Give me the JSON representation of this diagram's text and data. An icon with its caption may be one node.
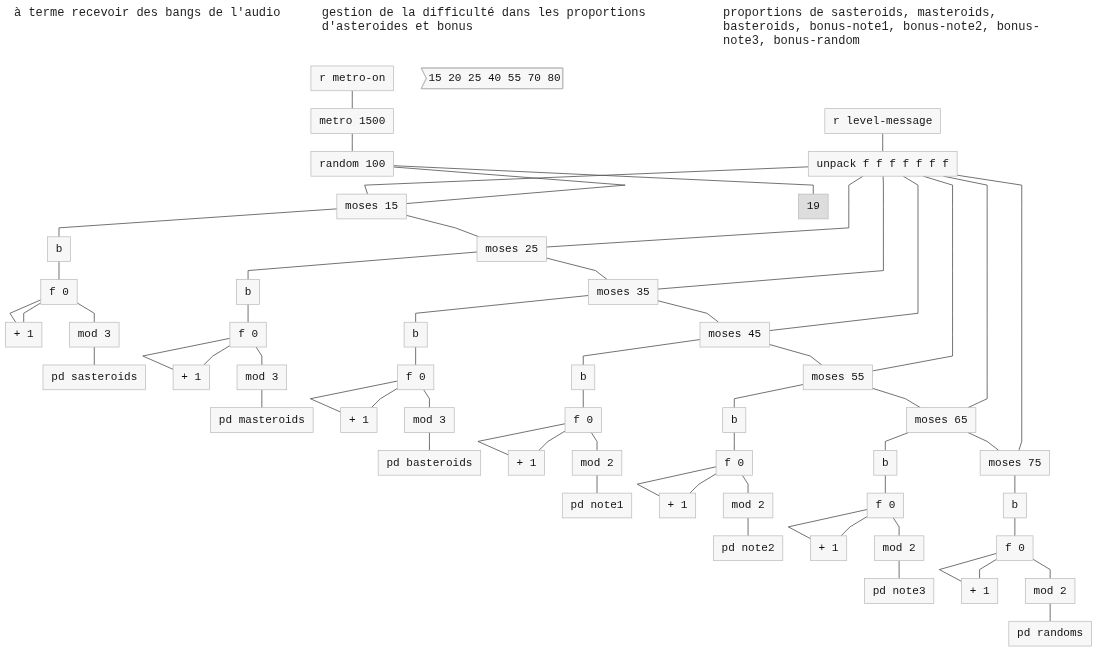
{
  "diagram": {
    "nodes": [
      {
        "text": [
          "r metro-on"
        ]
      },
      {
        "text": [
          "metro 1500"
        ]
      },
      {
        "text": [
          "random 100"
        ]
      },
      {
        "text": [
          "19"
        ]
      },
      {
        "text": [
          "r level-message"
        ]
      },
      {
        "text": [
          "15 20 25 40 55 70 80"
        ]
      },
      {
        "text": [
          "unpack f f f f f f f"
        ]
      },
      {
        "text": [
          "moses 15"
        ]
      },
      {
        "text": [
          "b"
        ]
      },
      {
        "text": [
          "f 0"
        ]
      },
      {
        "text": [
          "+ 1"
        ]
      },
      {
        "text": [
          "mod 3"
        ]
      },
      {
        "text": [
          "pd sasteroids"
        ]
      },
      {
        "text": [
          "moses 25"
        ]
      },
      {
        "text": [
          "b"
        ]
      },
      {
        "text": [
          "f 0"
        ]
      },
      {
        "text": [
          "+ 1"
        ]
      },
      {
        "text": [
          "mod 3"
        ]
      },
      {
        "text": [
          "pd masteroids"
        ]
      },
      {
        "text": [
          "moses 35"
        ]
      },
      {
        "text": [
          "b"
        ]
      },
      {
        "text": [
          "f 0"
        ]
      },
      {
        "text": [
          "+ 1"
        ]
      },
      {
        "text": [
          "mod 3"
        ]
      },
      {
        "text": [
          "pd basteroids"
        ]
      },
      {
        "text": [
          "moses 45"
        ]
      },
      {
        "text": [
          "b"
        ]
      },
      {
        "text": [
          "f 0"
        ]
      },
      {
        "text": [
          "+ 1"
        ]
      },
      {
        "text": [
          "mod 2"
        ]
      },
      {
        "text": [
          "pd note1"
        ]
      },
      {
        "text": [
          "moses 55"
        ]
      },
      {
        "text": [
          "b"
        ]
      },
      {
        "text": [
          "f 0"
        ]
      },
      {
        "text": [
          "+ 1"
        ]
      },
      {
        "text": [
          "mod 2"
        ]
      },
      {
        "text": [
          "pd note2"
        ]
      },
      {
        "text": [
          "moses 65"
        ]
      },
      {
        "text": [
          "b"
        ]
      },
      {
        "text": [
          "f 0"
        ]
      },
      {
        "text": [
          "+ 1"
        ]
      },
      {
        "text": [
          "mod 2"
        ]
      },
      {
        "text": [
          "pd note3"
        ]
      },
      {
        "text": [
          "moses 75"
        ]
      },
      {
        "text": [
          "b"
        ]
      },
      {
        "text": [
          "f 0"
        ]
      },
      {
        "text": [
          "+ 1"
        ]
      },
      {
        "text": [
          "mod 2"
        ]
      },
      {
        "text": [
          "pd randoms"
        ]
      }
    ],
    "edges": [
      {
        "from": 0,
        "to": 1,
        "arrow": "none"
      },
      {
        "from": 1,
        "to": 2,
        "arrow": "none"
      },
      {
        "from": 2,
        "to": 3,
        "arrow": "none"
      },
      {
        "from": 2,
        "to": 7,
        "arrow": "none"
      },
      {
        "from": 4,
        "to": 6,
        "arrow": "none"
      },
      {
        "from": 6,
        "to": 7,
        "arrow": "none"
      },
      {
        "from": 6,
        "to": 13,
        "arrow": "none"
      },
      {
        "from": 6,
        "to": 19,
        "arrow": "none"
      },
      {
        "from": 6,
        "to": 25,
        "arrow": "none"
      },
      {
        "from": 6,
        "to": 31,
        "arrow": "none"
      },
      {
        "from": 6,
        "to": 37,
        "arrow": "none"
      },
      {
        "from": 6,
        "to": 43,
        "arrow": "none"
      },
      {
        "from": 7,
        "to": 8,
        "arrow": "none"
      },
      {
        "from": 8,
        "to": 9,
        "arrow": "none"
      },
      {
        "from": 9,
        "to": 10,
        "arrow": "none"
      },
      {
        "from": 10,
        "to": 9,
        "arrow": "none"
      },
      {
        "from": 9,
        "to": 11,
        "arrow": "none"
      },
      {
        "from": 11,
        "to": 12,
        "arrow": "none"
      },
      {
        "from": 7,
        "to": 13,
        "arrow": "none"
      },
      {
        "from": 13,
        "to": 14,
        "arrow": "none"
      },
      {
        "from": 14,
        "to": 15,
        "arrow": "none"
      },
      {
        "from": 15,
        "to": 16,
        "arrow": "none"
      },
      {
        "from": 16,
        "to": 15,
        "arrow": "none"
      },
      {
        "from": 15,
        "to": 17,
        "arrow": "none"
      },
      {
        "from": 17,
        "to": 18,
        "arrow": "none"
      },
      {
        "from": 13,
        "to": 19,
        "arrow": "none"
      },
      {
        "from": 19,
        "to": 20,
        "arrow": "none"
      },
      {
        "from": 20,
        "to": 21,
        "arrow": "none"
      },
      {
        "from": 21,
        "to": 22,
        "arrow": "none"
      },
      {
        "from": 22,
        "to": 21,
        "arrow": "none"
      },
      {
        "from": 21,
        "to": 23,
        "arrow": "none"
      },
      {
        "from": 23,
        "to": 24,
        "arrow": "none"
      },
      {
        "from": 19,
        "to": 25,
        "arrow": "none"
      },
      {
        "from": 25,
        "to": 26,
        "arrow": "none"
      },
      {
        "from": 26,
        "to": 27,
        "arrow": "none"
      },
      {
        "from": 27,
        "to": 28,
        "arrow": "none"
      },
      {
        "from": 28,
        "to": 27,
        "arrow": "none"
      },
      {
        "from": 27,
        "to": 29,
        "arrow": "none"
      },
      {
        "from": 29,
        "to": 30,
        "arrow": "none"
      },
      {
        "from": 25,
        "to": 31,
        "arrow": "none"
      },
      {
        "from": 31,
        "to": 32,
        "arrow": "none"
      },
      {
        "from": 32,
        "to": 33,
        "arrow": "none"
      },
      {
        "from": 33,
        "to": 34,
        "arrow": "none"
      },
      {
        "from": 34,
        "to": 33,
        "arrow": "none"
      },
      {
        "from": 33,
        "to": 35,
        "arrow": "none"
      },
      {
        "from": 35,
        "to": 36,
        "arrow": "none"
      },
      {
        "from": 31,
        "to": 37,
        "arrow": "none"
      },
      {
        "from": 37,
        "to": 38,
        "arrow": "none"
      },
      {
        "from": 38,
        "to": 39,
        "arrow": "none"
      },
      {
        "from": 39,
        "to": 40,
        "arrow": "none"
      },
      {
        "from": 40,
        "to": 39,
        "arrow": "none"
      },
      {
        "from": 39,
        "to": 41,
        "arrow": "none"
      },
      {
        "from": 41,
        "to": 42,
        "arrow": "none"
      },
      {
        "from": 37,
        "to": 43,
        "arrow": "none"
      },
      {
        "from": 43,
        "to": 44,
        "arrow": "none"
      },
      {
        "from": 44,
        "to": 45,
        "arrow": "none"
      },
      {
        "from": 45,
        "to": 46,
        "arrow": "none"
      },
      {
        "from": 46,
        "to": 45,
        "arrow": "none"
      },
      {
        "from": 45,
        "to": 47,
        "arrow": "none"
      },
      {
        "from": 47,
        "to": 48,
        "arrow": "none"
      }
    ],
    "labels": [
      "gestion de la difficulté dans les proportions d'asteroides et bonus",
      "à terme recevoir des bangs de l'audio",
      "proportions de sasteroids, masteroids, basteroids, bonus-note1, bonus-note2, bonus-note3, bonus-random"
    ]
  }
}
